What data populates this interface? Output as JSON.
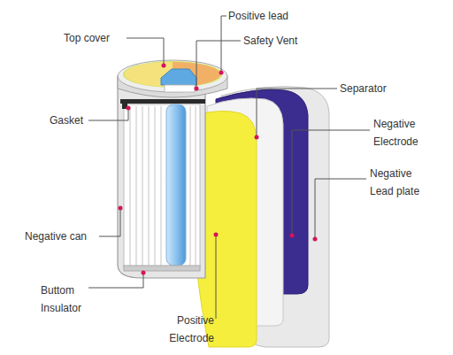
{
  "diagram": {
    "labels": [
      "Positive lead",
      "Top cover",
      "Safety Vent",
      "Separator",
      "Gasket",
      "Negative Electrode",
      "Negative Lead plate",
      "Negative can",
      "Buttom Insulator",
      "Positive Electrode"
    ]
  }
}
